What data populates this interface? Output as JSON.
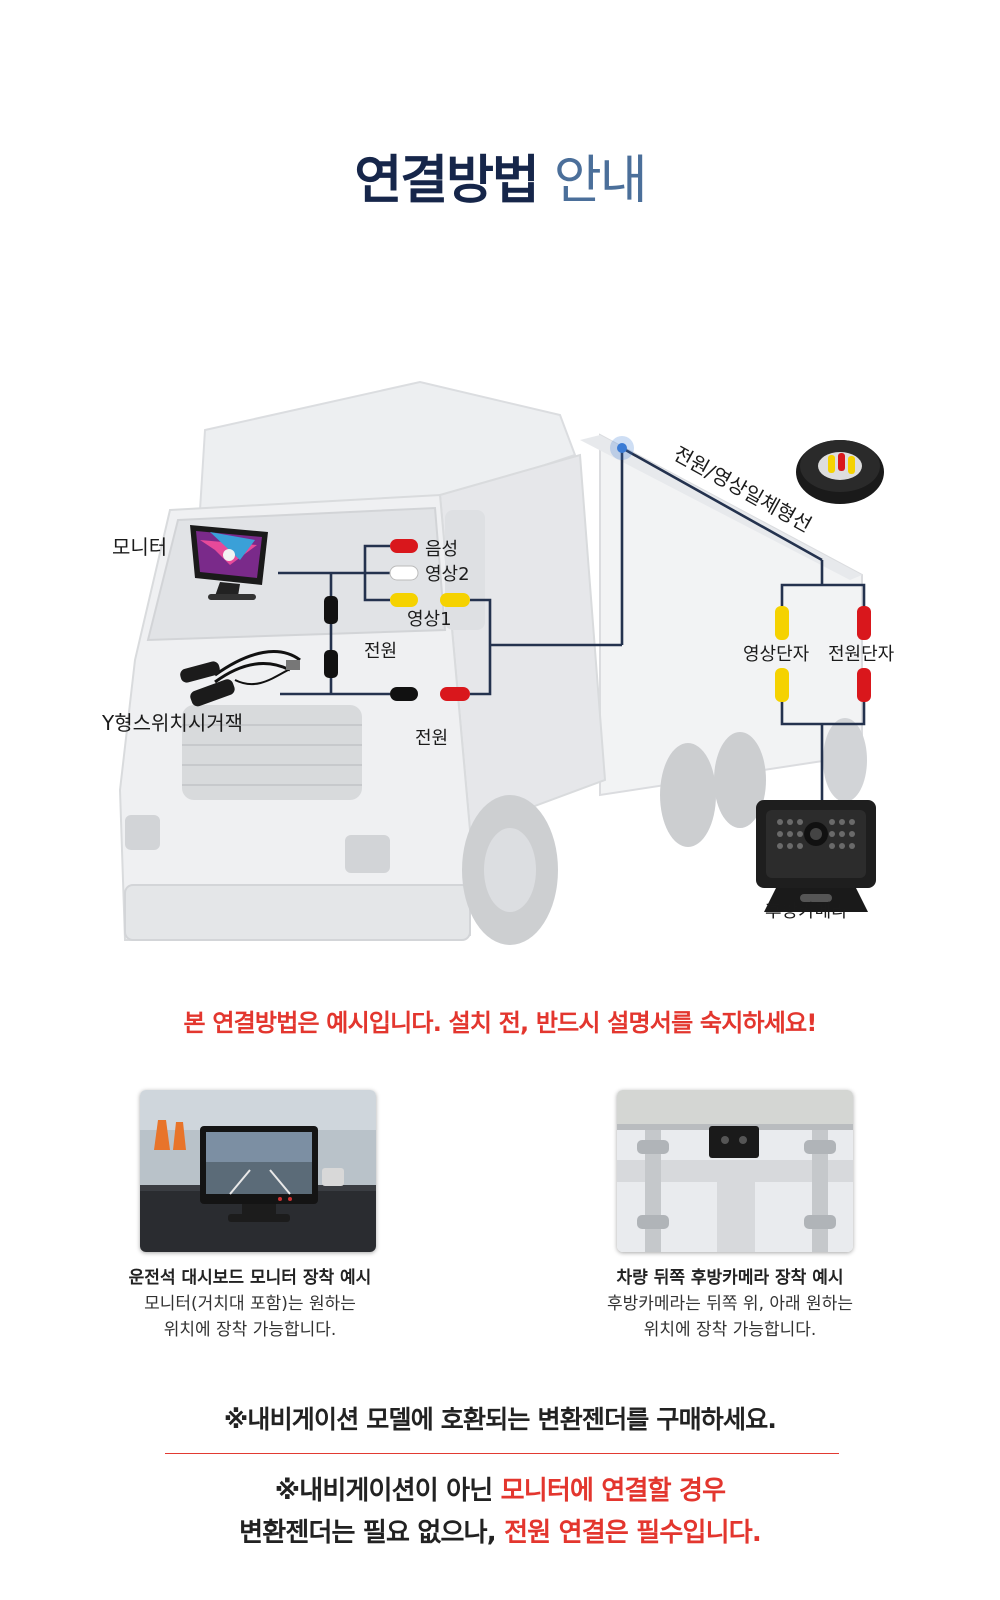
{
  "title": {
    "part1": "연결방법",
    "part2": "안내"
  },
  "diagram": {
    "labels": {
      "monitor": "모니터",
      "audio": "음성",
      "video2": "영상2",
      "video1": "영상1",
      "power_a": "전원",
      "power_b": "전원",
      "y_socket": "Y형스위치시거잭",
      "integrated_cable": "전원/영상일체형선",
      "video_terminal": "영상단자",
      "power_terminal": "전원단자",
      "rear_camera": "후방카메라"
    },
    "colors": {
      "wire": "#24324e",
      "red_plug": "#d9171c",
      "yellow_plug": "#f5d200",
      "white_plug": "#ffffff",
      "black_plug": "#111111",
      "glow": "#3a7bd5"
    }
  },
  "warning": "본 연결방법은 예시입니다. 설치 전, 반드시 설명서를 숙지하세요!",
  "examples": [
    {
      "heading": "운전석 대시보드 모니터 장착 예시",
      "line1": "모니터(거치대 포함)는 원하는",
      "line2": "위치에 장착 가능합니다."
    },
    {
      "heading": "차량 뒤쪽 후방카메라 장착 예시",
      "line1": "후방카메라는 뒤쪽 위, 아래 원하는",
      "line2": "위치에 장착 가능합니다."
    }
  ],
  "notes": {
    "note1": "※내비게이션 모델에 호환되는 변환젠더를 구매하세요.",
    "note2_a": "※내비게이션이 아닌 ",
    "note2_b": "모니터에 연결할 경우",
    "note2_c": "변환젠더는 필요 없으나, ",
    "note2_d": "전원 연결은 필수입니다."
  },
  "accent_colors": {
    "title_dark": "#16264a",
    "title_light": "#4b6f9a",
    "warning_red": "#e3362e"
  }
}
